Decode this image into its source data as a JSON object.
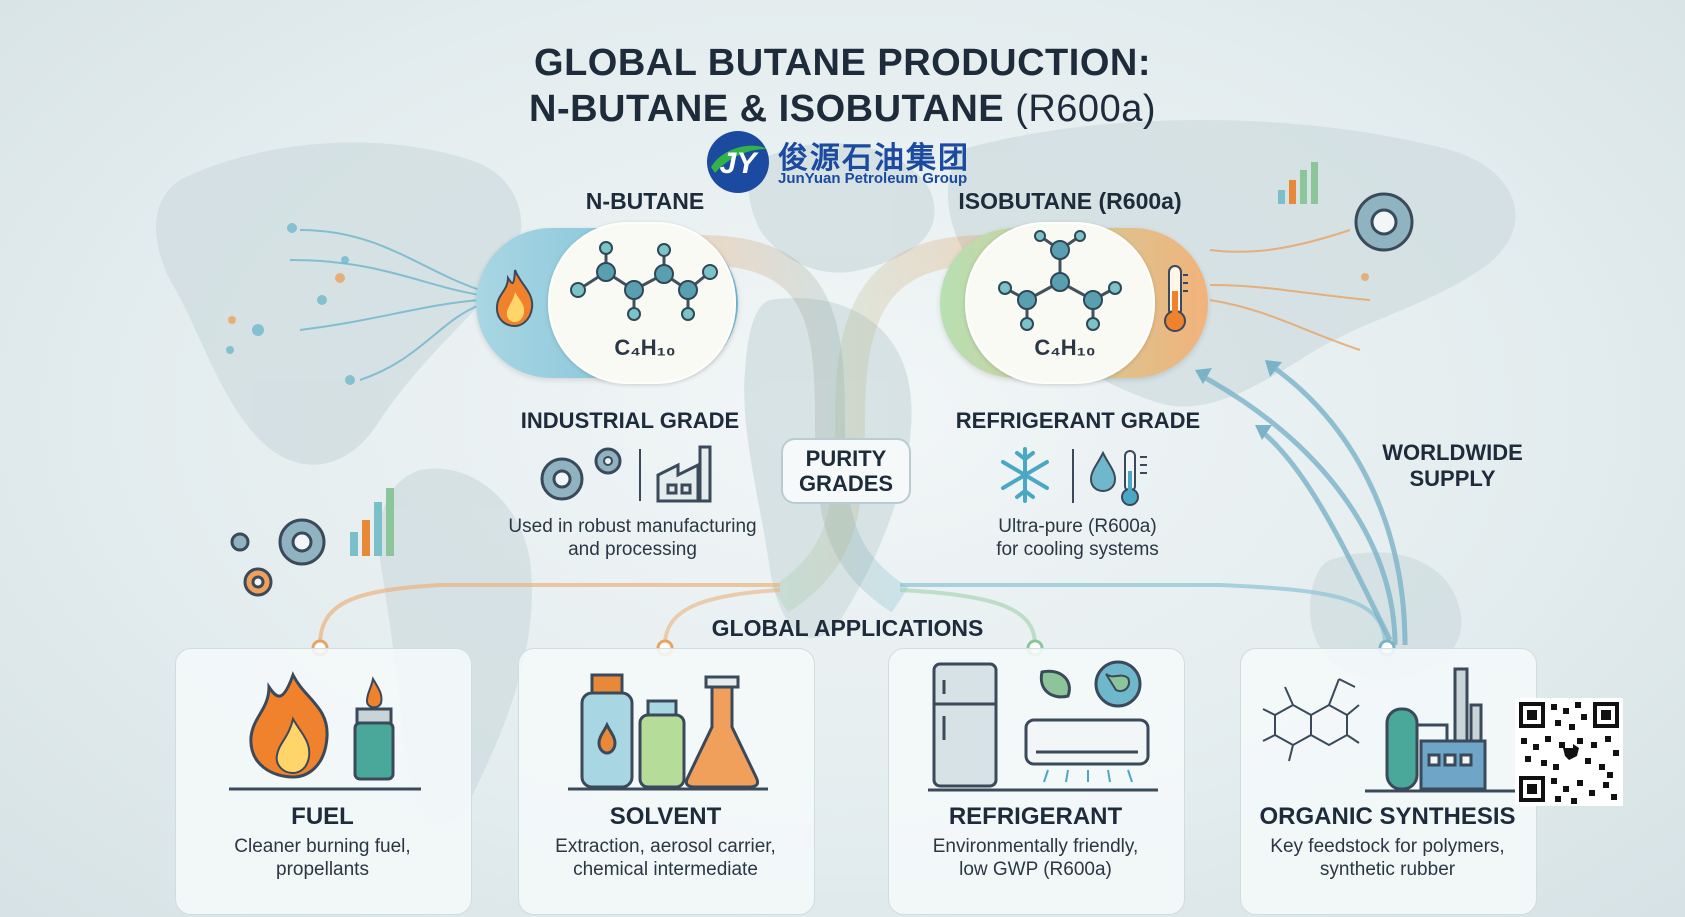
{
  "title": {
    "line1": "GLOBAL BUTANE PRODUCTION:",
    "line2_bold": "N-BUTANE & ISOBUTANE",
    "line2_light": " (R600a)"
  },
  "logo": {
    "cn": "俊源石油集团",
    "en": "JunYuan Petroleum Group"
  },
  "n_butane": {
    "heading": "N-BUTANE",
    "formula": "C₄H₁₀",
    "grade_heading": "INDUSTRIAL GRADE",
    "grade_desc_1": "Used in robust manufacturing",
    "grade_desc_2": "and processing"
  },
  "isobutane": {
    "heading": "ISOBUTANE (R600a)",
    "formula": "C₄H₁₀",
    "grade_heading": "REFRIGERANT GRADE",
    "grade_desc_1": "Ultra-pure (R600a)",
    "grade_desc_2": "for cooling systems"
  },
  "purity": {
    "line1": "PURITY",
    "line2": "GRADES"
  },
  "worldwide": {
    "line1": "WORLDWIDE",
    "line2": "SUPPLY"
  },
  "applications_heading": "GLOBAL APPLICATIONS",
  "applications": [
    {
      "title": "FUEL",
      "desc_1": "Cleaner burning fuel,",
      "desc_2": "propellants"
    },
    {
      "title": "SOLVENT",
      "desc_1": "Extraction, aerosol carrier,",
      "desc_2": "chemical intermediate"
    },
    {
      "title": "REFRIGERANT",
      "desc_1": "Environmentally friendly,",
      "desc_2": "low GWP (R600a)"
    },
    {
      "title": "ORGANIC SYNTHESIS",
      "desc_1": "Key feedstock for polymers,",
      "desc_2": "synthetic rubber"
    }
  ],
  "colors": {
    "orange": "#e8893a",
    "teal": "#4aa8c4",
    "green": "#8cc59a",
    "dark": "#1e2b3a",
    "brand_blue": "#1b4aa0"
  },
  "icons": {
    "flame": "flame-icon",
    "thermometer": "thermometer-icon",
    "gears": "gears-icon",
    "factory": "factory-icon",
    "snowflake": "snowflake-icon",
    "droplet": "droplet-icon",
    "qr": "qr-code"
  }
}
